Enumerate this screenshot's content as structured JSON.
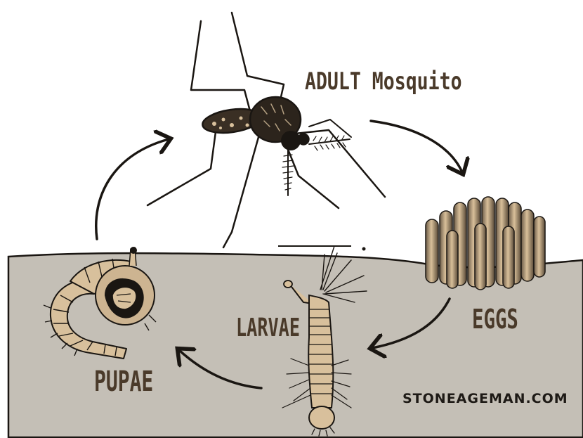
{
  "stages": {
    "adult": "ADULT Mosquito",
    "eggs": "EGGS",
    "larvae": "LARVAE",
    "pupae": "PUPAE"
  },
  "watermark": "STONEAGEMAN.COM",
  "colors": {
    "water": "#c4bfb6",
    "ink": "#1a1612",
    "tan": "#d8c09c",
    "label": "#4a3a2a"
  }
}
